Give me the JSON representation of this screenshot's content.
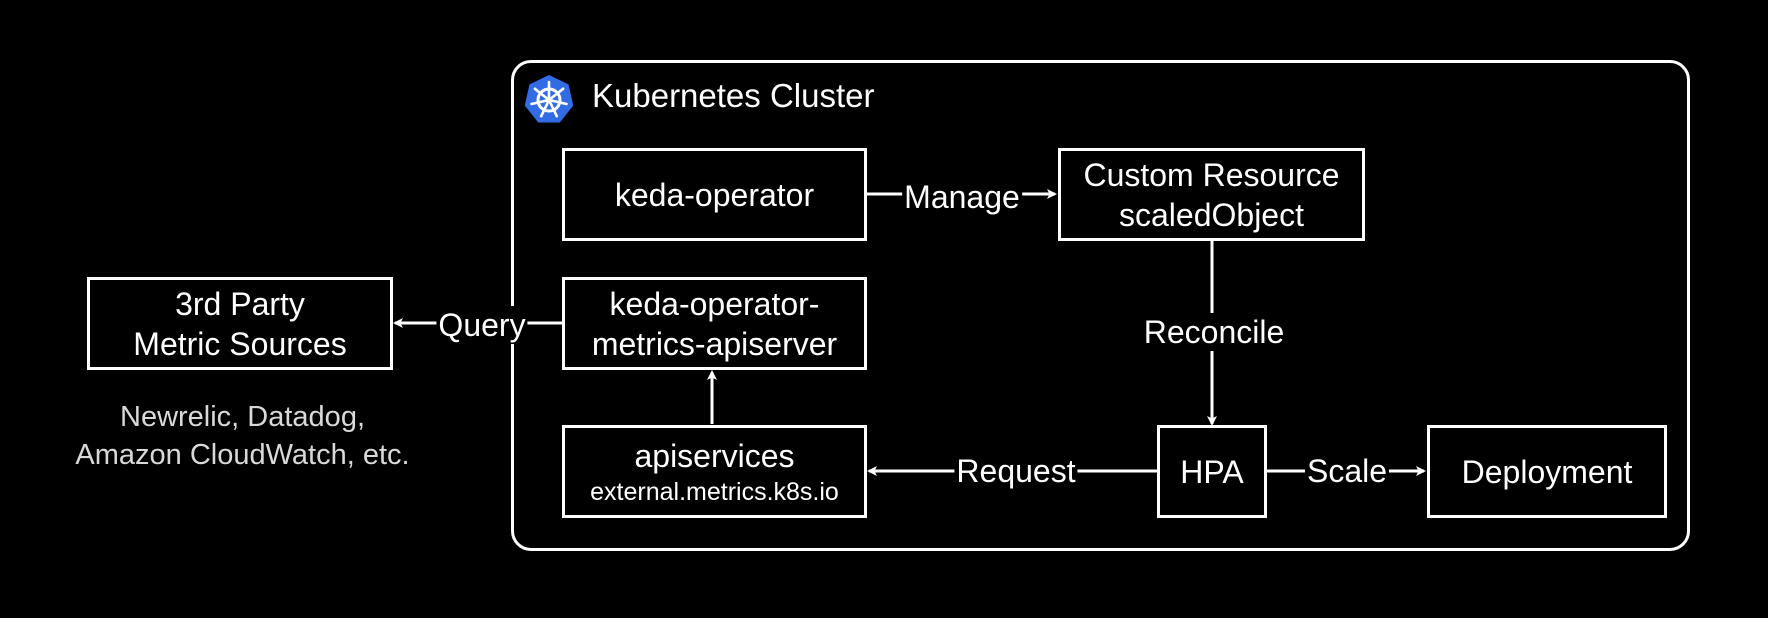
{
  "cluster": {
    "title": "Kubernetes Cluster",
    "logo_icon": "kubernetes-helm-icon",
    "logo_color": "#326CE5"
  },
  "nodes": {
    "keda_operator": {
      "label": "keda-operator"
    },
    "custom_resource": {
      "line1": "Custom Resource",
      "line2": "scaledObject"
    },
    "metrics_apiserver": {
      "line1": "keda-operator-",
      "line2": "metrics-apiserver"
    },
    "apiservices": {
      "line1": "apiservices",
      "line2": "external.metrics.k8s.io"
    },
    "hpa": {
      "label": "HPA"
    },
    "deployment": {
      "label": "Deployment"
    },
    "third_party": {
      "line1": "3rd Party",
      "line2": "Metric Sources"
    }
  },
  "edges": {
    "manage": "Manage",
    "query": "Query",
    "reconcile": "Reconcile",
    "request": "Request",
    "scale": "Scale"
  },
  "note": {
    "line1": "Newrelic, Datadog,",
    "line2": "Amazon CloudWatch, etc."
  }
}
